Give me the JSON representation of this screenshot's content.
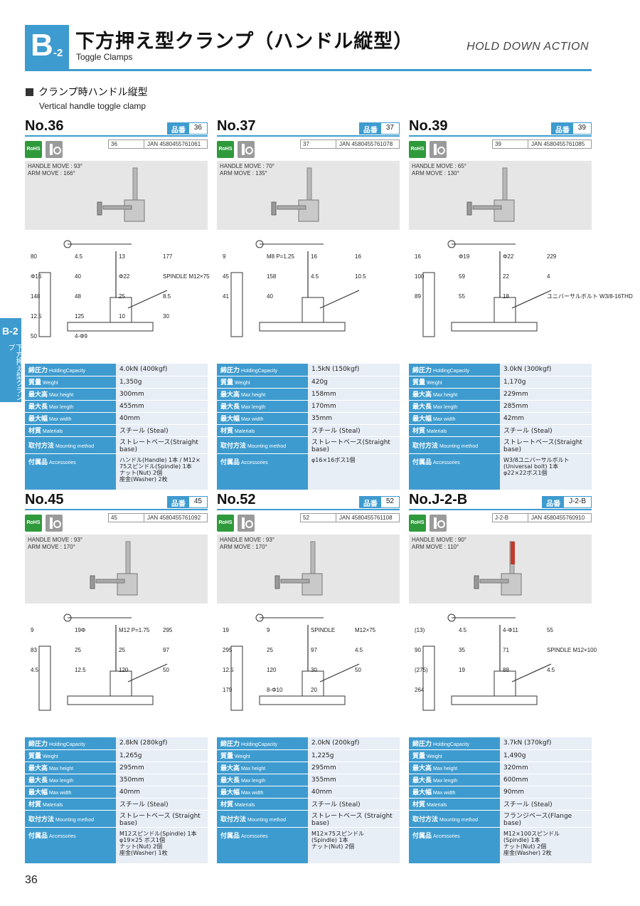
{
  "header": {
    "section_code": "B",
    "section_sub": "-2",
    "title_ja": "下方押え型クランプ（ハンドル縦型）",
    "title_en": "Toggle Clamps",
    "hold_down": "HOLD DOWN ACTION"
  },
  "subsection": {
    "ja": "クランプ時ハンドル縦型",
    "en": "Vertical handle toggle clamp"
  },
  "side_tab": {
    "code": "B-2",
    "label": "下方押え型クランプ"
  },
  "labels": {
    "part_no": "品番",
    "rohs": "RoHS",
    "holding_capacity_ja": "締圧力",
    "holding_capacity_en": "HoldingCapacity",
    "weight_ja": "質量",
    "weight_en": "Weight",
    "max_height_ja": "最大高",
    "max_height_en": "Max height",
    "max_length_ja": "最大長",
    "max_length_en": "Max length",
    "max_width_ja": "最大幅",
    "max_width_en": "Max width",
    "materials_ja": "材質",
    "materials_en": "Materials",
    "mounting_ja": "取付方法",
    "mounting_en": "Mounting method",
    "accessories_ja": "付属品",
    "accessories_en": "Accessories"
  },
  "products": [
    {
      "model": "No.36",
      "part_no": "36",
      "jan_no": "36",
      "jan": "JAN 4580455761061",
      "handle_move": "HANDLE MOVE : 93°",
      "arm_move": "ARM MOVE : 166°",
      "holding": "4.0kN (400kgf)",
      "weight": "1,350g",
      "max_height": "300mm",
      "max_length": "455mm",
      "max_width": "40mm",
      "materials": "スチール (Steal)",
      "mounting": "ストレートベース(Straight base)",
      "accessories": [
        "ハンドル(Handle) 1本 / M12×",
        "75スピンドル(Spindle) 1本",
        "ナット(Nut) 2個",
        "座金(Washer) 2枚"
      ]
    },
    {
      "model": "No.37",
      "part_no": "37",
      "jan_no": "37",
      "jan": "JAN 4580455761078",
      "handle_move": "HANDLE MOVE : 70°",
      "arm_move": "ARM MOVE : 135°",
      "holding": "1.5kN (150kgf)",
      "weight": "420g",
      "max_height": "158mm",
      "max_length": "170mm",
      "max_width": "35mm",
      "materials": "スチール (Steal)",
      "mounting": "ストレートベース(Straight base)",
      "accessories": [
        "φ16×16ボス1個"
      ]
    },
    {
      "model": "No.39",
      "part_no": "39",
      "jan_no": "39",
      "jan": "JAN 4580455761085",
      "handle_move": "HANDLE MOVE : 65°",
      "arm_move": "ARM MOVE : 130°",
      "holding": "3.0kN (300kgf)",
      "weight": "1,170g",
      "max_height": "229mm",
      "max_length": "285mm",
      "max_width": "42mm",
      "materials": "スチール (Steal)",
      "mounting": "ストレートベース(Straight base)",
      "accessories": [
        "W3/8ユニバーサルボルト",
        "(Universal bolt) 1本",
        "φ22×22ボス1個"
      ]
    },
    {
      "model": "No.45",
      "part_no": "45",
      "jan_no": "45",
      "jan": "JAN 4580455761092",
      "handle_move": "HANDLE MOVE : 93°",
      "arm_move": "ARM MOVE : 170°",
      "holding": "2.8kN (280kgf)",
      "weight": "1,265g",
      "max_height": "295mm",
      "max_length": "350mm",
      "max_width": "40mm",
      "materials": "スチール (Steal)",
      "mounting": "ストレートベース (Straight base)",
      "accessories": [
        "M12スピンドル(Spindle) 1本",
        "φ19×25 ボス1個",
        "ナット(Nut) 2個",
        "座金(Washer) 1枚"
      ]
    },
    {
      "model": "No.52",
      "part_no": "52",
      "jan_no": "52",
      "jan": "JAN 4580455761108",
      "handle_move": "HANDLE MOVE : 93°",
      "arm_move": "ARM MOVE : 170°",
      "holding": "2.0kN (200kgf)",
      "weight": "1,225g",
      "max_height": "295mm",
      "max_length": "355mm",
      "max_width": "40mm",
      "materials": "スチール (Steal)",
      "mounting": "ストレートベース (Straight base)",
      "accessories": [
        "M12×75スピンドル",
        "(Spindle) 1本",
        "ナット(Nut) 2個"
      ]
    },
    {
      "model": "No.J-2-B",
      "part_no": "J-2-B",
      "jan_no": "J-2-B",
      "jan": "JAN 4580455760910",
      "handle_move": "HANDLE MOVE : 90°",
      "arm_move": "ARM MOVE : 110°",
      "holding": "3.7kN (370kgf)",
      "weight": "1,490g",
      "max_height": "320mm",
      "max_length": "600mm",
      "max_width": "90mm",
      "materials": "スチール (Steal)",
      "mounting": "フランジベース(Flange base)",
      "accessories": [
        "M12×100スピンドル",
        "(Spindle) 1本",
        "ナット(Nut) 2個",
        "座金(Washer) 2枚"
      ]
    }
  ],
  "drawings": [
    {
      "notes": [
        "80",
        "4.5",
        "13",
        "177",
        "Φ16",
        "40",
        "Φ22",
        "SPINDLE M12×75",
        "148",
        "48",
        "25",
        "8.5",
        "12.5",
        "125",
        "10",
        "30",
        "50",
        "4-Φ9"
      ]
    },
    {
      "notes": [
        "9",
        "M8 P=1.25",
        "16",
        "16",
        "45",
        "158",
        "4.5",
        "10.5",
        "41",
        "40"
      ]
    },
    {
      "notes": [
        "16",
        "Φ19",
        "Φ22",
        "229",
        "100",
        "59",
        "22",
        "4",
        "89",
        "55",
        "18",
        "ユニバーサルボルト W3/8-16THD"
      ]
    },
    {
      "notes": [
        "9",
        "19Φ",
        "M12 P=1.75",
        "295",
        "83",
        "25",
        "25",
        "97",
        "4.5",
        "12.5",
        "120",
        "50"
      ]
    },
    {
      "notes": [
        "19",
        "9",
        "SPINDLE",
        "M12×75",
        "295",
        "25",
        "97",
        "4.5",
        "12.5",
        "120",
        "30",
        "50",
        "179",
        "8-Φ10",
        "20"
      ]
    },
    {
      "notes": [
        "(13)",
        "4.5",
        "4-Φ11",
        "55",
        "90",
        "35",
        "71",
        "SPINDLE M12×100",
        "(275)",
        "19",
        "88",
        "4.5",
        "264"
      ]
    }
  ],
  "page_number": "36"
}
